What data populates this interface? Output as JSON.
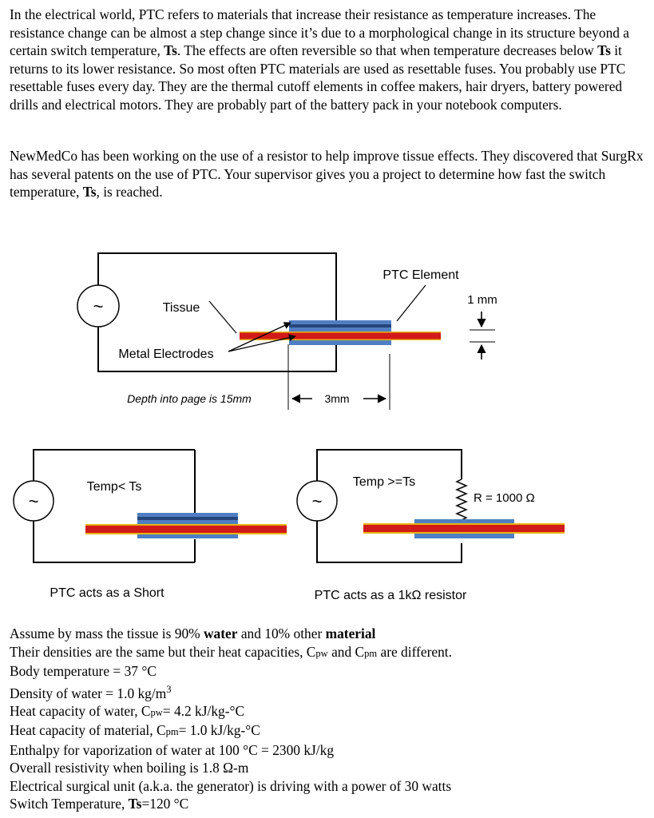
{
  "intro": {
    "p1_a": "In the electrical world, PTC refers to materials that increase their resistance as temperature increases. The resistance change can be almost a step change since it’s due to a morphological change in its structure beyond a certain switch temperature, ",
    "p1_b": "Ts",
    "p1_c": ". The effects are often reversible so that when temperature decreases below ",
    "p1_d": "Ts",
    "p1_e": " it returns to its lower resistance. So most often PTC materials are used as resettable fuses. You probably use PTC resettable fuses every day. They are the thermal cutoff elements in coffee makers, hair dryers, battery powered drills and electrical motors. They are probably part of the battery pack in your notebook computers.",
    "p2_a": "NewMedCo has been working on the use of a resistor to help improve tissue effects. They discovered that SurgRx has several patents on the use of PTC. Your supervisor gives you a project to determine how fast the switch temperature, ",
    "p2_b": "Ts",
    "p2_c": ", is reached."
  },
  "diagram_top": {
    "source_symbol": "~",
    "tissue_label": "Tissue",
    "ptc_label": "PTC Element",
    "thickness_label": "1 mm",
    "electrodes_label": "Metal Electrodes",
    "depth_label": "Depth into page is 15mm",
    "width_label": "3mm"
  },
  "diagram_left": {
    "source_symbol": "~",
    "condition_label": "Temp< Ts",
    "caption": "PTC acts as a Short"
  },
  "diagram_right": {
    "source_symbol": "~",
    "condition_label": "Temp >=Ts",
    "resistor_label": "R = 1000 Ω",
    "caption": "PTC acts as a 1kΩ resistor"
  },
  "given": {
    "l1_a": "Assume by mass the tissue is 90% ",
    "l1_b": "water",
    "l1_c": " and 10% other ",
    "l1_d": "material",
    "l2_a": "Their densities are the same but their heat capacities, C",
    "l2_b": "pw",
    "l2_c": " and C",
    "l2_d": "pm",
    "l2_e": " are different.",
    "l3": "Body temperature = 37 °C",
    "l4_a": "Density of water = 1.0 kg/m",
    "l4_b": "3",
    "l5_a": "Heat capacity of water, C",
    "l5_b": "pw",
    "l5_c": "= 4.2 kJ/kg-°C",
    "l6_a": "Heat capacity of material, C",
    "l6_b": "pm",
    "l6_c": "= 1.0 kJ/kg-°C",
    "l7": "Enthalpy for vaporization of water at 100 °C = 2300 kJ/kg",
    "l8": "Overall resistivity when boiling is 1.8 Ω-m",
    "l9": "Electrical surgical unit (a.k.a. the generator) is driving with a power of 30 watts",
    "l10_a": "Switch Temperature, ",
    "l10_b": "Ts",
    "l10_c": "=120 °C"
  },
  "colors": {
    "electrode_red": "#d11a1a",
    "electrode_yellow": "#e8b412",
    "ptc_blue": "#4f7fc2",
    "ptc_dark": "#27457a"
  }
}
